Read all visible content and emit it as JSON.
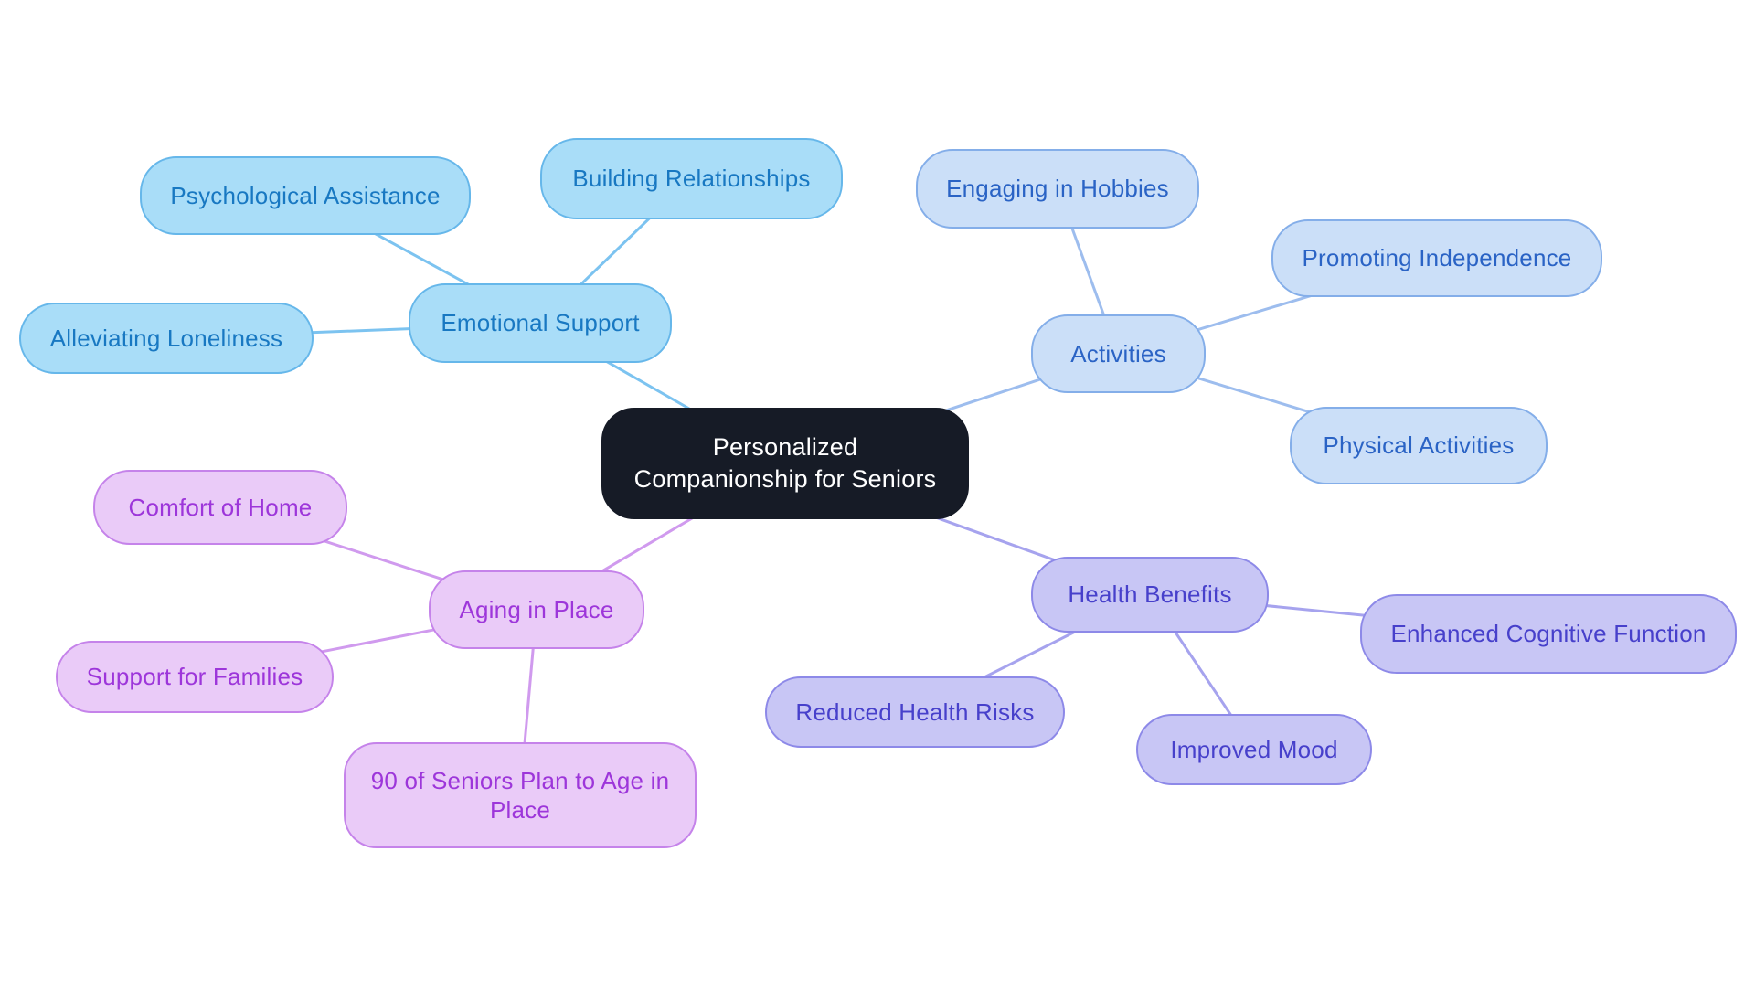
{
  "diagram": {
    "type": "mindmap",
    "title": "Personalized Companionship for Seniors"
  },
  "nodes": {
    "root": {
      "label": "Personalized Companionship for Seniors"
    },
    "emotional": {
      "label": "Emotional Support"
    },
    "psychological": {
      "label": "Psychological Assistance"
    },
    "building": {
      "label": "Building Relationships"
    },
    "loneliness": {
      "label": "Alleviating Loneliness"
    },
    "activities": {
      "label": "Activities"
    },
    "hobbies": {
      "label": "Engaging in Hobbies"
    },
    "independence": {
      "label": "Promoting Independence"
    },
    "physical": {
      "label": "Physical Activities"
    },
    "health": {
      "label": "Health Benefits"
    },
    "cognitive": {
      "label": "Enhanced Cognitive Function"
    },
    "risks": {
      "label": "Reduced Health Risks"
    },
    "mood": {
      "label": "Improved Mood"
    },
    "aging": {
      "label": "Aging in Place"
    },
    "comfort": {
      "label": "Comfort of Home"
    },
    "families": {
      "label": "Support for Families"
    },
    "plan90": {
      "label": "90 of Seniors Plan to Age in Place"
    }
  },
  "structure": {
    "root": [
      "emotional",
      "activities",
      "health",
      "aging"
    ],
    "emotional": [
      "psychological",
      "building",
      "loneliness"
    ],
    "activities": [
      "hobbies",
      "independence",
      "physical"
    ],
    "health": [
      "cognitive",
      "risks",
      "mood"
    ],
    "aging": [
      "comfort",
      "families",
      "plan90"
    ]
  },
  "palette": {
    "root": {
      "fill": "#161B26",
      "border": "#161B26",
      "text": "#FFFFFF"
    },
    "emotional": {
      "fill": "#A9DDF8",
      "border": "#66B7EA",
      "text": "#1878C2",
      "line": "#7CC3F0"
    },
    "activities": {
      "fill": "#CBDFF8",
      "border": "#84AEE9",
      "text": "#2A63C5",
      "line": "#9DBDEE"
    },
    "health": {
      "fill": "#C8C6F5",
      "border": "#8D89E8",
      "text": "#4740CB",
      "line": "#A6A3EE"
    },
    "aging": {
      "fill": "#EACBF8",
      "border": "#C583EA",
      "text": "#9D36DA",
      "line": "#D09AEE"
    }
  },
  "canvas": {
    "background": "#FFFFFF"
  }
}
